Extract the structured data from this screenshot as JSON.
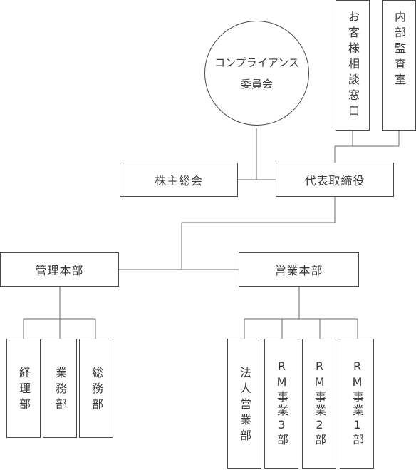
{
  "committee": {
    "line1": "コンプライアンス",
    "line2": "委員会"
  },
  "shareholders": "株主総会",
  "ceo": "代表取締役",
  "customer_desk": "お客様相談窓口",
  "internal_audit": "内部監査室",
  "admin_hq": "管理本部",
  "sales_hq": "営業本部",
  "admin_depts": [
    "経理部",
    "業務部",
    "総務部"
  ],
  "sales_depts": [
    "法人営業部",
    "RM事業3部",
    "RM事業2部",
    "RM事業1部"
  ]
}
